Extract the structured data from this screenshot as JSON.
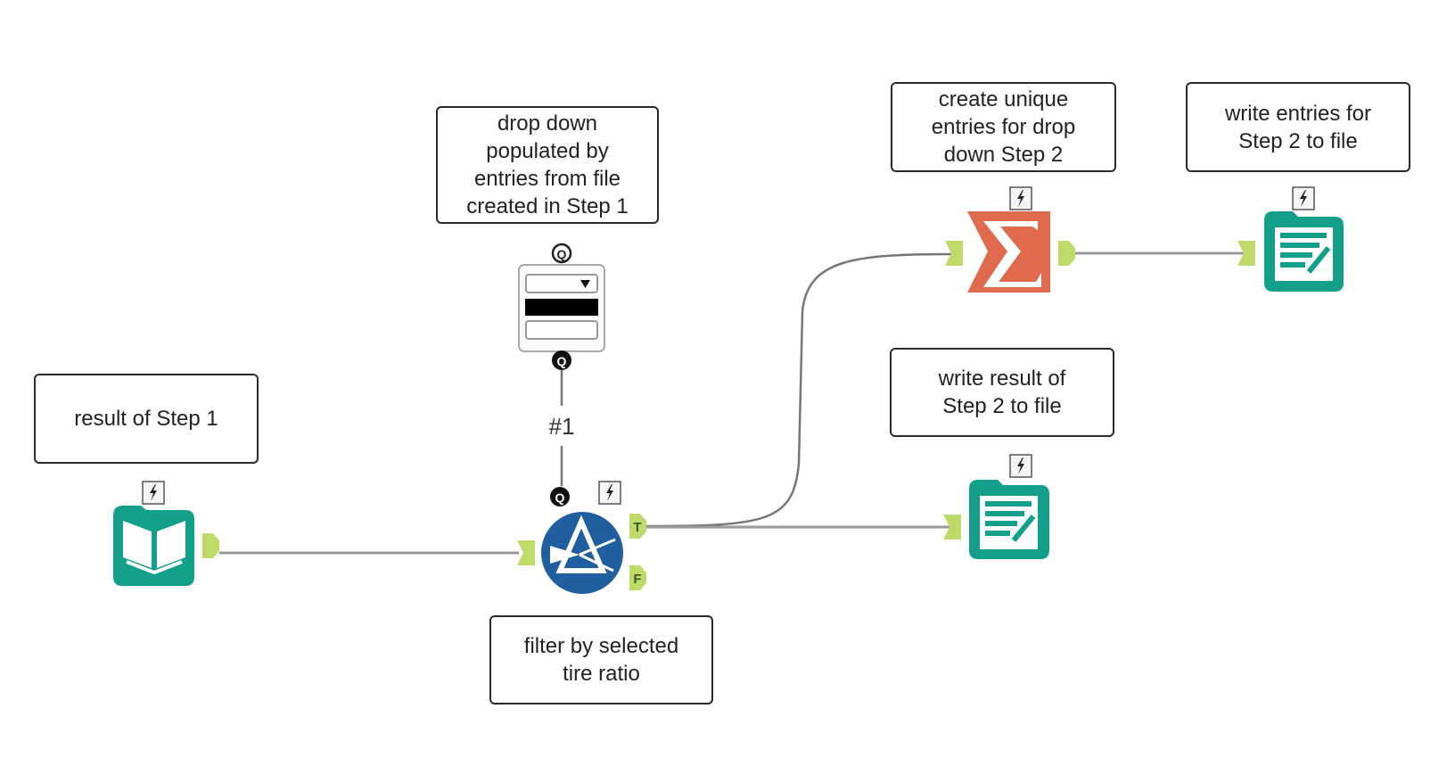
{
  "workflow": {
    "comments": [
      {
        "id": "comment-step1",
        "text": "result of Step 1"
      },
      {
        "id": "comment-dropdown",
        "text": "drop down\npopulated by\nentries from file\ncreated in Step 1"
      },
      {
        "id": "comment-summarize",
        "text": "create unique\nentries for drop\ndown Step 2"
      },
      {
        "id": "comment-write-entries",
        "text": "write entries for\nStep 2 to file"
      },
      {
        "id": "comment-write-result",
        "text": "write result of\nStep 2 to file"
      },
      {
        "id": "comment-filter",
        "text": "filter by selected\ntire ratio"
      }
    ],
    "tools": [
      {
        "id": "input-data",
        "type": "book-icon",
        "color": "#12A08A"
      },
      {
        "id": "dropdown",
        "type": "dropdown-interface-icon",
        "color": "#ffffff"
      },
      {
        "id": "filter",
        "type": "filter-prism-icon",
        "color": "#1F5FA0"
      },
      {
        "id": "summarize",
        "type": "sigma-icon",
        "color": "#E06A4E"
      },
      {
        "id": "output-entries",
        "type": "notepad-icon",
        "color": "#12A08A"
      },
      {
        "id": "output-result",
        "type": "notepad-icon",
        "color": "#12A08A"
      }
    ],
    "anchors": {
      "question": "Q",
      "true": "T",
      "false": "F",
      "color": "#BEDB6A"
    },
    "connection_label": "#1",
    "connections": [
      {
        "from": "input-data",
        "to": "filter"
      },
      {
        "from": "dropdown",
        "to": "filter",
        "label": "#1"
      },
      {
        "from": "filter.T",
        "to": "summarize"
      },
      {
        "from": "filter.T",
        "to": "output-result"
      },
      {
        "from": "summarize",
        "to": "output-entries"
      }
    ]
  }
}
